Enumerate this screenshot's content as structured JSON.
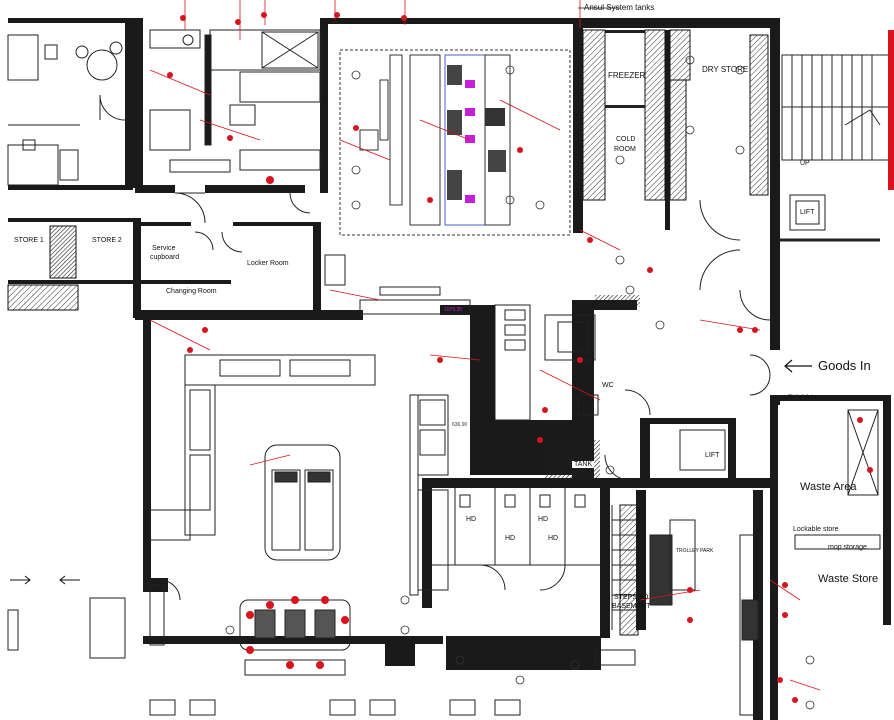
{
  "labels": {
    "ansul": "Ansul System tanks",
    "freezer": "FREEZER",
    "dry_store": "DRY STORE",
    "cold_room_1": "COLD",
    "cold_room_2": "ROOM",
    "lift_top": "LIFT",
    "store1": "STORE 1",
    "store2": "STORE 2",
    "service_cupboard_1": "Service",
    "service_cupboard_2": "cupboard",
    "locker_room": "Locker Room",
    "changing_room": "Changing Room",
    "goods_in": "Goods In",
    "slotted_drain": "Slotted drain",
    "wc": "WC",
    "tank": "TANK",
    "lift_mid": "LIFT",
    "waste_area": "Waste Area",
    "lockable_store": "Lockable store",
    "mop_storage": "mop storage",
    "waste_store": "Waste Store",
    "hd1": "HD",
    "hd2": "HD",
    "hd3": "HD",
    "hd4": "HD",
    "trolley_park": "TROLLEY PARK",
    "steps_basement_1": "STEPS TO",
    "steps_basement_2": "BASEMENT",
    "up": "UP",
    "dim1": "1079.35",
    "dim2": "636.90"
  },
  "colors": {
    "wall": "#1a1a1a",
    "line": "#2a2a2a",
    "annotation": "#d8141e",
    "accent_purple": "#c51fd9",
    "accent_blue": "#4a5fd6"
  }
}
